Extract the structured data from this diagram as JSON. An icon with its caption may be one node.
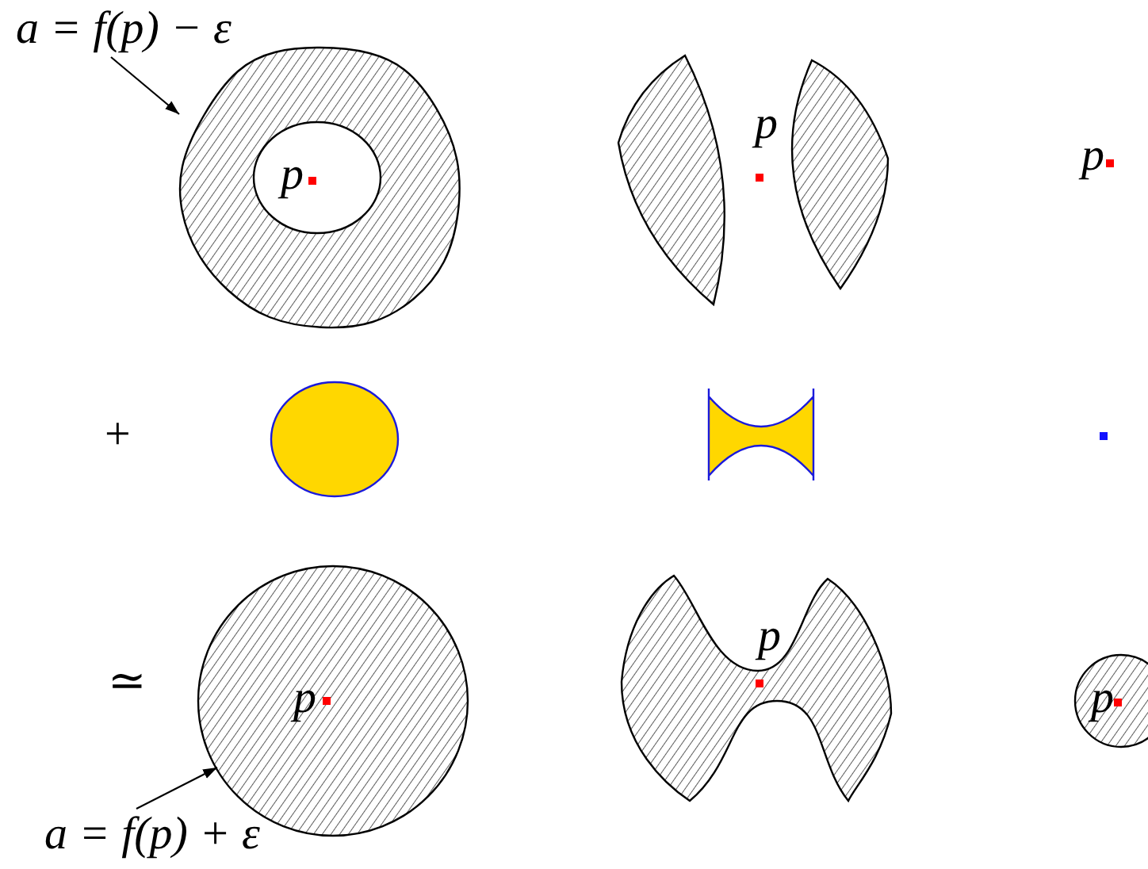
{
  "diagram": {
    "nodes": [
      {
        "text": [
          "a = f(p) − ε"
        ]
      },
      {
        "text": [],
        "shape": "picture"
      },
      {
        "text": [],
        "shape": "picture"
      },
      {
        "text": [],
        "shape": "picture"
      },
      {
        "text": [],
        "shape": "circle"
      },
      {
        "text": [],
        "shape": "bar"
      },
      {
        "text": [],
        "shape": "picture"
      },
      {
        "text": [],
        "shape": "picture"
      },
      {
        "text": [],
        "shape": "picture"
      },
      {
        "text": [
          "a = f(p) + ε"
        ]
      }
    ],
    "edges": [
      {
        "from": 0,
        "to": 1,
        "arrow": "to"
      },
      {
        "from": 9,
        "to": 6,
        "arrow": "to"
      }
    ],
    "labels": [
      "p",
      "p",
      "p",
      "+",
      "≃",
      "p",
      "p",
      "p"
    ]
  }
}
